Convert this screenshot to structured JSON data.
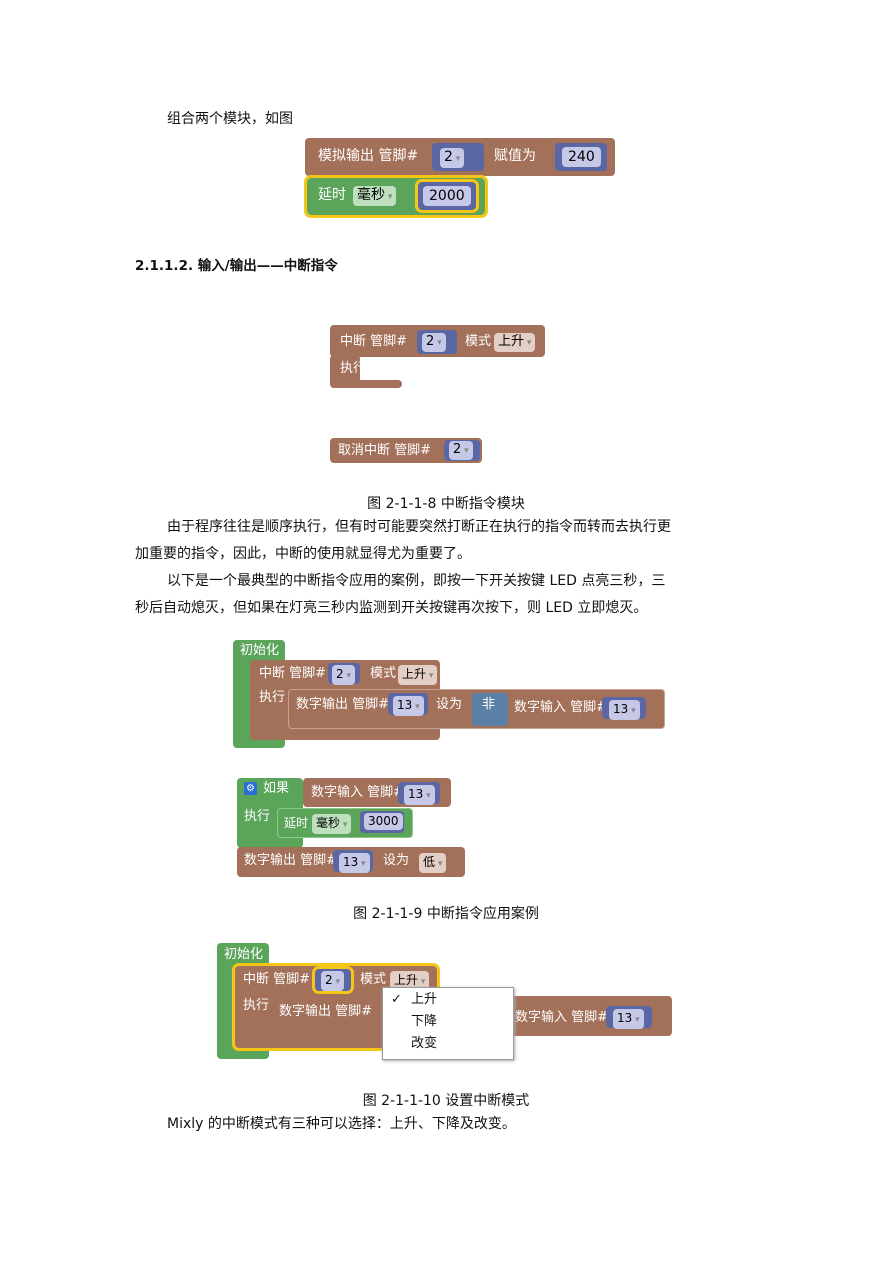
{
  "intro": "组合两个模块，如图",
  "fig1": {
    "analog_out": "模拟输出 管脚#",
    "pin": "2",
    "assign": "赋值为",
    "value": "240",
    "delay": "延时",
    "unit": "毫秒",
    "delay_val": "2000"
  },
  "heading": "2.1.1.2.  输入/输出——中断指令",
  "fig2": {
    "interrupt": "中断 管脚#",
    "pin": "2",
    "mode": "模式",
    "mode_val": "上升",
    "exec": "执行",
    "cancel": "取消中断 管脚#",
    "cancel_pin": "2"
  },
  "caption1": "图 2-1-1-8  中断指令模块",
  "para1a": "由于程序往往是顺序执行，但有时可能要突然打断正在执行的指令而转而去执行更",
  "para1b": "加重要的指令，因此，中断的使用就显得尤为重要了。",
  "para2a": "以下是一个最典型的中断指令应用的案例，即按一下开关按键 LED 点亮三秒，三",
  "para2b": "秒后自动熄灭，但如果在灯亮三秒内监测到开关按键再次按下，则 LED 立即熄灭。",
  "fig3": {
    "init": "初始化",
    "interrupt": "中断 管脚#",
    "pin": "2",
    "mode": "模式",
    "mode_val": "上升",
    "exec": "执行",
    "dout": "数字输出 管脚#",
    "pin13": "13",
    "setto": "设为",
    "not": "非",
    "din": "数字输入 管脚#",
    "if": "如果",
    "delay": "延时",
    "unit": "毫秒",
    "delay_val": "3000",
    "low": "低"
  },
  "caption2": "图 2-1-1-9  中断指令应用案例",
  "fig4": {
    "menu": [
      {
        "label": "上升",
        "checked": "✓"
      },
      {
        "label": "下降"
      },
      {
        "label": "改变"
      }
    ]
  },
  "caption3": "图 2-1-1-10  设置中断模式",
  "closing": "Mixly 的中断模式有三种可以选择：上升、下降及改变。"
}
